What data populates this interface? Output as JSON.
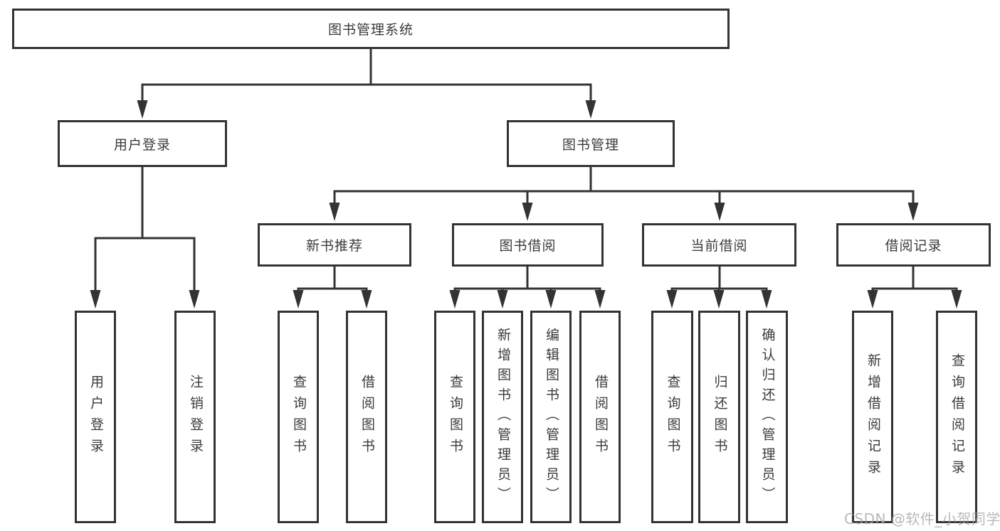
{
  "page": {
    "background": "#ffffff",
    "line_color": "#333333",
    "text_color": "#3b3b3b"
  },
  "diagram": {
    "root": {
      "label": "图书管理系统"
    },
    "level2": {
      "user_login": {
        "label": "用户登录"
      },
      "book_mgmt": {
        "label": "图书管理"
      }
    },
    "level3": {
      "new_book_rec": {
        "label": "新书推荐"
      },
      "book_borrow": {
        "label": "图书借阅"
      },
      "current_borrow": {
        "label": "当前借阅"
      },
      "borrow_records": {
        "label": "借阅记录"
      }
    },
    "leaves": {
      "login_user": {
        "label": "用户登录"
      },
      "login_logout": {
        "label": "注销登录"
      },
      "nb_query": {
        "label": "查询图书"
      },
      "nb_borrow": {
        "label": "借阅图书"
      },
      "bb_query": {
        "label": "查询图书"
      },
      "bb_add": {
        "label": "新增图书（管理员）"
      },
      "bb_edit": {
        "label": "编辑图书（管理员）"
      },
      "bb_borrow": {
        "label": "借阅图书"
      },
      "cb_query": {
        "label": "查询图书"
      },
      "cb_return": {
        "label": "归还图书"
      },
      "cb_confirm": {
        "label": "确认归还（管理员）"
      },
      "br_add": {
        "label": "新增借阅记录"
      },
      "br_query": {
        "label": "查询借阅记录"
      }
    }
  },
  "watermark": {
    "text": "CSDN @软件_小贺同学",
    "color": "#a6a6a6"
  }
}
